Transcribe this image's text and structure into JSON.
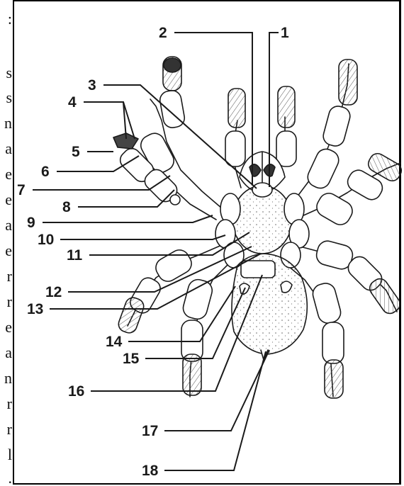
{
  "side_text": [
    ":",
    "s",
    "s",
    "n",
    "a",
    "e",
    "e",
    "a",
    "e",
    "r",
    "r",
    "e",
    "a",
    "n",
    "r",
    "r",
    "l",
    "."
  ],
  "labels": [
    "1",
    "2",
    "3",
    "4",
    "5",
    "6",
    "7",
    "8",
    "9",
    "10",
    "11",
    "12",
    "13",
    "14",
    "15",
    "16",
    "17",
    "18"
  ],
  "colors": {
    "ink": "#1a1a1a",
    "frame": "#000000",
    "background": "#ffffff"
  }
}
